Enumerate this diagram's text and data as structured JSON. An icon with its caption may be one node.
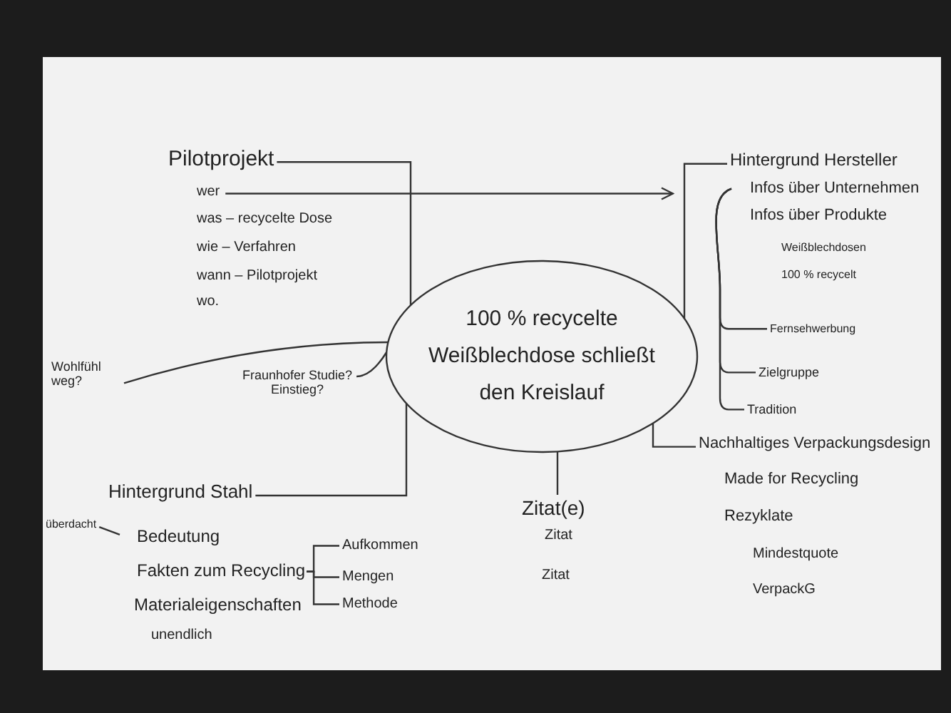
{
  "diagram": {
    "nodes": [
      {
        "text": [
          "100 % recycelte Weißblechdose schließt den Kreislauf"
        ]
      },
      {
        "text": [
          "Pilotprojekt"
        ]
      },
      {
        "text": [
          "wer"
        ]
      },
      {
        "text": [
          "Hintergrund Hersteller"
        ]
      },
      {
        "text": [
          "Infos über Unternehmen"
        ]
      },
      {
        "text": [
          "Fernsehwerbung"
        ]
      },
      {
        "text": [
          "Zielgruppe"
        ]
      },
      {
        "text": [
          "Tradition"
        ]
      },
      {
        "text": [
          "Wohlfühl weg?"
        ]
      },
      {
        "text": [
          "Fraunhofer Studie?",
          "Einstieg?"
        ]
      },
      {
        "text": [
          "Hintergrund Stahl"
        ]
      },
      {
        "text": [
          "überdacht"
        ]
      },
      {
        "text": [
          "Bedeutung"
        ]
      },
      {
        "text": [
          "Fakten zum Recycling"
        ]
      },
      {
        "text": [
          "Aufkommen"
        ]
      },
      {
        "text": [
          "Mengen"
        ]
      },
      {
        "text": [
          "Methode"
        ]
      },
      {
        "text": [
          "Zitat(e)"
        ]
      },
      {
        "text": [
          "Nachhaltiges Verpackungsdesign"
        ]
      }
    ],
    "edges": [
      {
        "from": 0,
        "to": 1,
        "arrow": "none"
      },
      {
        "from": 0,
        "to": 3,
        "arrow": "none"
      },
      {
        "from": 2,
        "to": 3,
        "arrow": "to"
      },
      {
        "from": 0,
        "to": 10,
        "arrow": "none"
      },
      {
        "from": 0,
        "to": 17,
        "arrow": "none"
      },
      {
        "from": 0,
        "to": 18,
        "arrow": "none"
      },
      {
        "from": 8,
        "to": 0,
        "arrow": "none"
      },
      {
        "from": 9,
        "to": 0,
        "arrow": "none"
      },
      {
        "from": 4,
        "to": 5,
        "arrow": "none"
      },
      {
        "from": 4,
        "to": 6,
        "arrow": "none"
      },
      {
        "from": 4,
        "to": 7,
        "arrow": "none"
      },
      {
        "from": 11,
        "to": 12,
        "arrow": "none"
      },
      {
        "from": 13,
        "to": 14,
        "arrow": "none"
      },
      {
        "from": 13,
        "to": 15,
        "arrow": "none"
      },
      {
        "from": 13,
        "to": 16,
        "arrow": "none"
      }
    ],
    "labels": [
      "was – recycelte Dose",
      "wie – Verfahren",
      "wann – Pilotprojekt",
      "wo.",
      "Infos über Produkte",
      "Weißblechdosen",
      "100 % recycelt",
      "Materialeigenschaften",
      "unendlich",
      "Zitat",
      "Zitat",
      "Made for Recycling",
      "Rezyklate",
      "Mindestquote",
      "VerpackG"
    ]
  }
}
